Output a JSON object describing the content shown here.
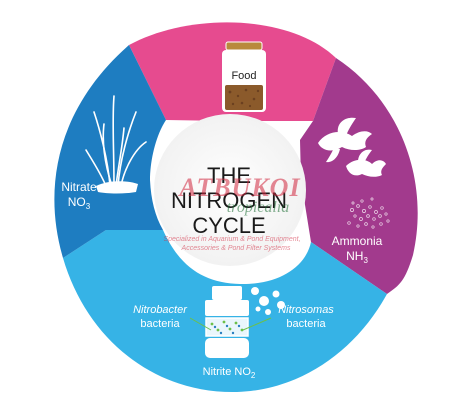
{
  "diagram": {
    "title_line1": "THE",
    "title_line2": "NITROGEN",
    "title_line3": "CYCLE",
    "stages": [
      {
        "id": "food",
        "label": "Food",
        "color": "#e64b8f"
      },
      {
        "id": "ammonia",
        "label": "Ammonia",
        "formula": "NH",
        "subscript": "3",
        "color": "#a23a8d"
      },
      {
        "id": "nitrite",
        "label": "Nitrite NO",
        "subscript": "2",
        "color": "#36b3e6"
      },
      {
        "id": "nitrate",
        "label": "Nitrate",
        "formula": "NO",
        "subscript": "3",
        "color": "#1e7dc1"
      }
    ],
    "bacteria": [
      {
        "name": "Nitrobacter",
        "suffix": "bacteria"
      },
      {
        "name": "Nitrosomas",
        "suffix": "bacteria"
      }
    ],
    "watermark": {
      "brand": "ATBUKOI",
      "script": "tropicalia",
      "line1": "Specialized in Aquarium & Pond Equipment,",
      "line2": "Accessories & Pond Filter Systems"
    },
    "colors": {
      "pink": "#e64b8f",
      "purple": "#a23a8d",
      "lightblue": "#36b3e6",
      "darkblue": "#1e7dc1",
      "food_brown": "#8b5a2b",
      "jar_lid": "#b98a3c"
    }
  }
}
